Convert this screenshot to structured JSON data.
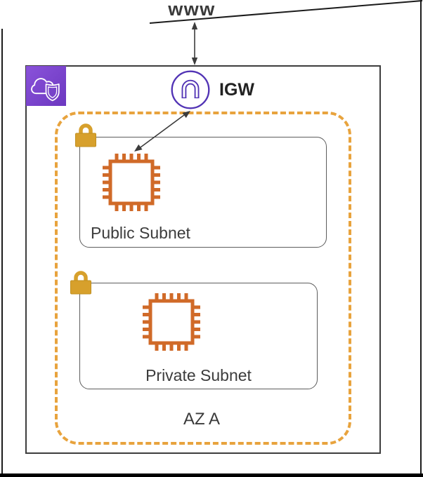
{
  "diagram": {
    "internet_label": "www",
    "gateway_label": "IGW",
    "az_label": "AZ A",
    "subnets": [
      {
        "name": "Public Subnet"
      },
      {
        "name": "Private Subnet"
      }
    ]
  },
  "icons": [
    "vpc-cloud-shield-icon",
    "internet-gateway-icon",
    "lock-icon",
    "ec2-chip-icon"
  ],
  "palette": {
    "frame_black": "#1b1b1b",
    "box_border_gray": "#4a4a4a",
    "subnet_border_gray": "#5c5c5c",
    "text_dark": "#3a3a3a",
    "igw_purple": "#5234b5",
    "vpc_purple_1": "#8a52da",
    "vpc_purple_2": "#6c38c0",
    "vpc_purple_mid": "#7743c9",
    "chip_orange": "#d06a28",
    "az_orange": "#e8a33d",
    "lock_gold": "#d7a02c",
    "lock_gold_dark": "#c08f1f",
    "arrow_gray": "#3c3c3c"
  }
}
